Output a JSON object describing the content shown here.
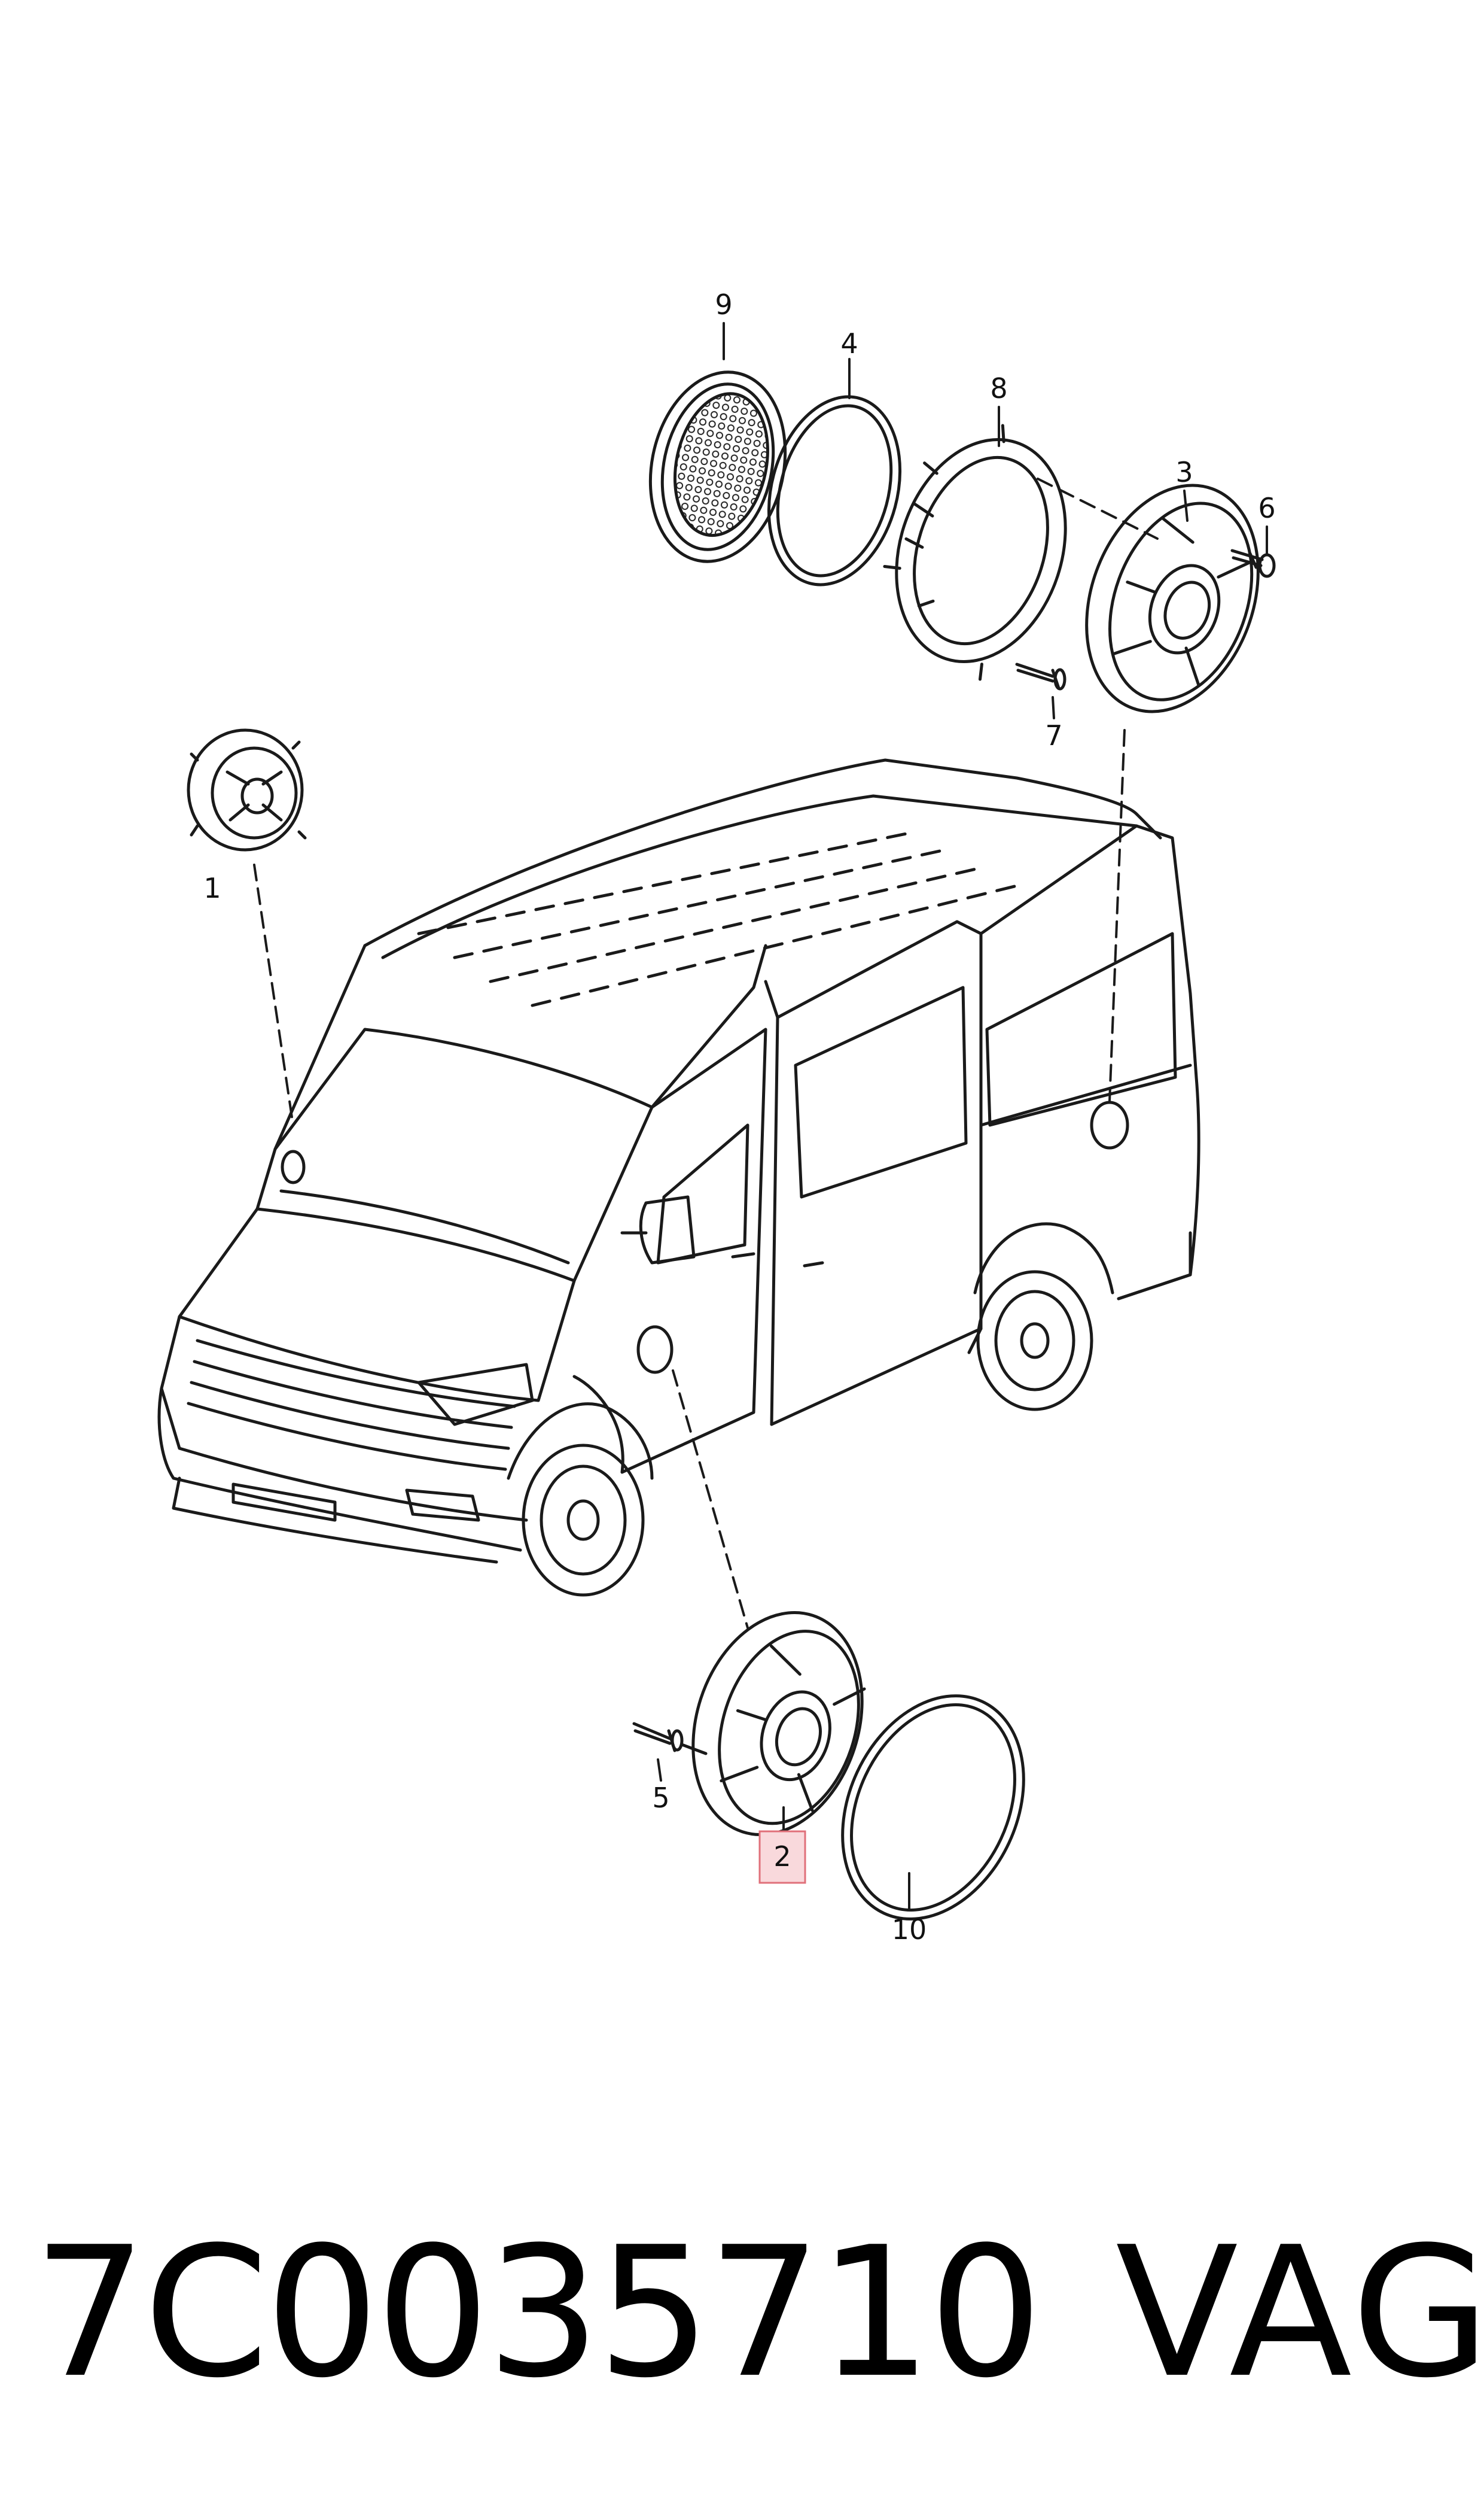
{
  "callouts": [
    "9",
    "4",
    "8",
    "3",
    "6",
    "7",
    "1",
    "5",
    "2",
    "10"
  ],
  "highlighted_callout": "2",
  "caption": {
    "part_number": "7C0035710",
    "brand": "VAG"
  },
  "colors": {
    "line": "#1a1a1a",
    "highlight_fill": "#f9d9dc",
    "highlight_border": "#e0707a"
  }
}
